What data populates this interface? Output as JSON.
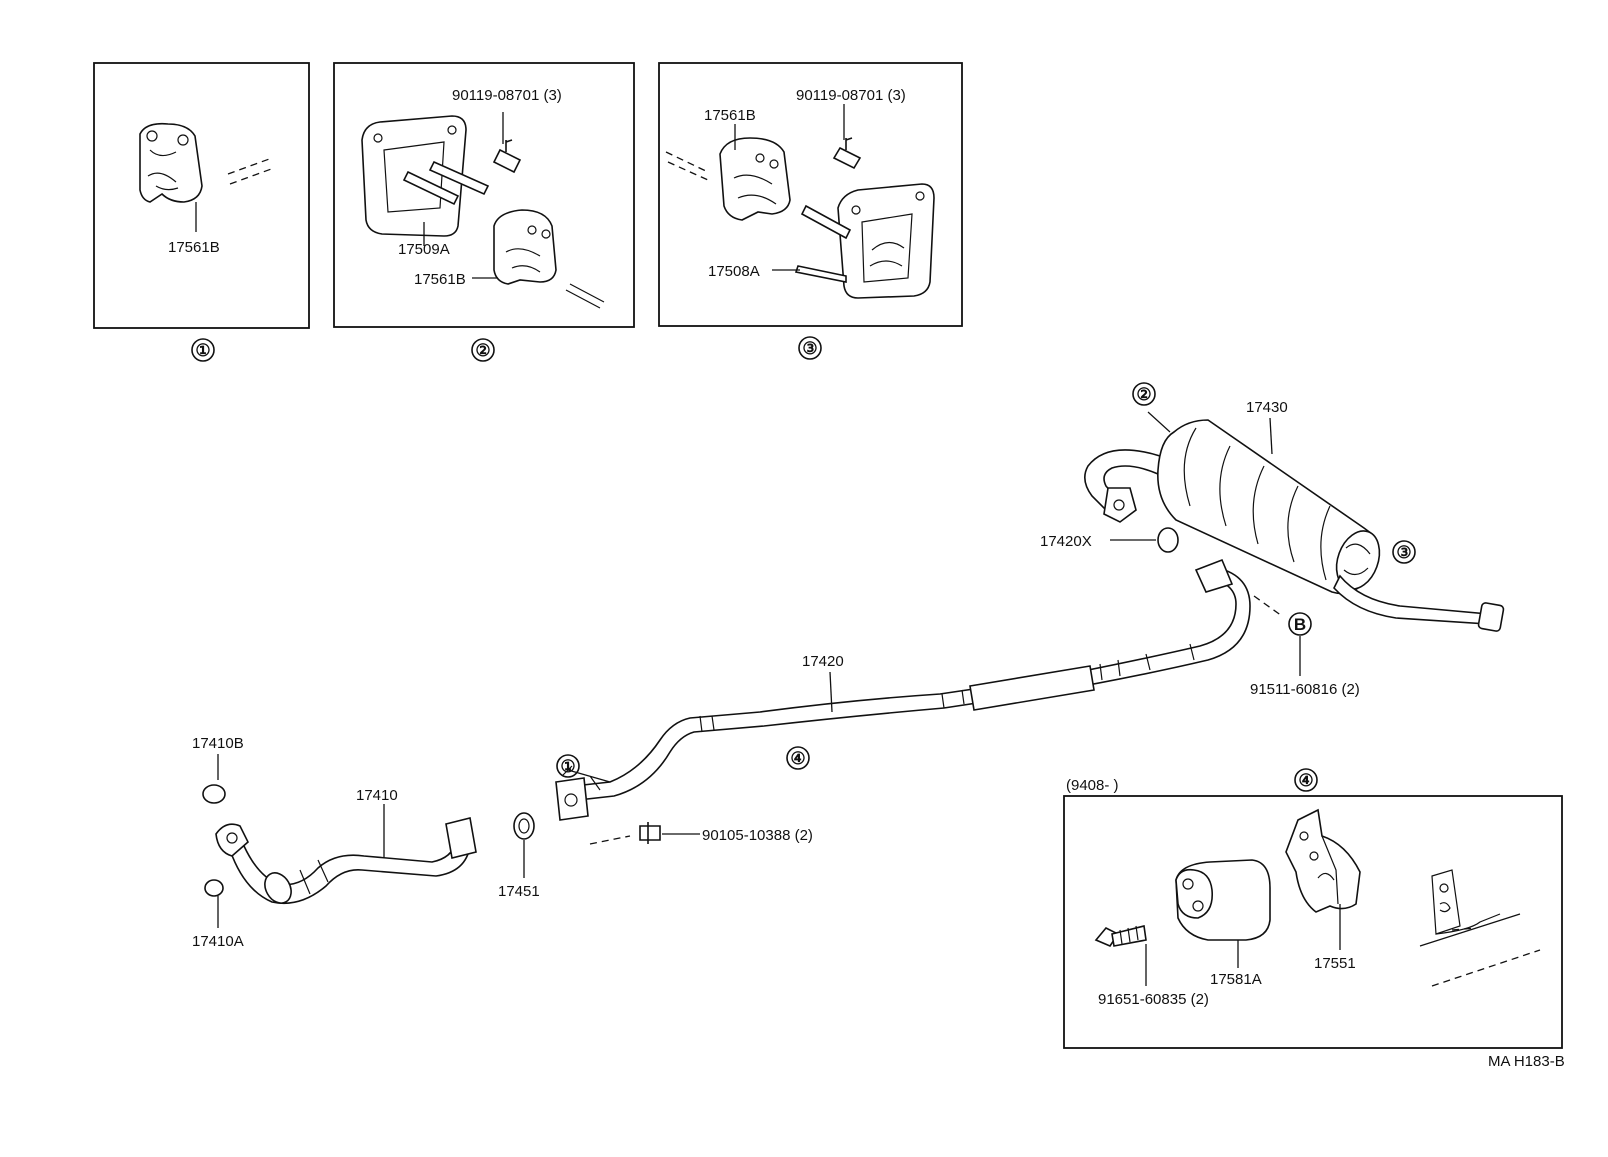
{
  "insets": {
    "inset1": {
      "marker": "①",
      "parts": [
        "17561B"
      ]
    },
    "inset2": {
      "marker": "②",
      "parts": [
        "90119-08701 (3)",
        "17509A",
        "17561B"
      ]
    },
    "inset3": {
      "marker": "③",
      "parts": [
        "90119-08701 (3)",
        "17561B",
        "17508A"
      ]
    },
    "inset4": {
      "marker": "④",
      "date_range": "(9408-        )",
      "parts": [
        "17581A",
        "17551",
        "91651-60835 (2)"
      ]
    }
  },
  "main": {
    "marker_1": "①",
    "marker_2": "②",
    "marker_3": "③",
    "marker_4": "④",
    "marker_b": "B",
    "parts": {
      "p17430": "17430",
      "p17420x": "17420X",
      "p17420": "17420",
      "p91511": "91511-60816 (2)",
      "p17410b": "17410B",
      "p17410": "17410",
      "p17410a": "17410A",
      "p17451": "17451",
      "p90105": "90105-10388 (2)"
    }
  },
  "footer": {
    "code": "MA H183-B"
  }
}
